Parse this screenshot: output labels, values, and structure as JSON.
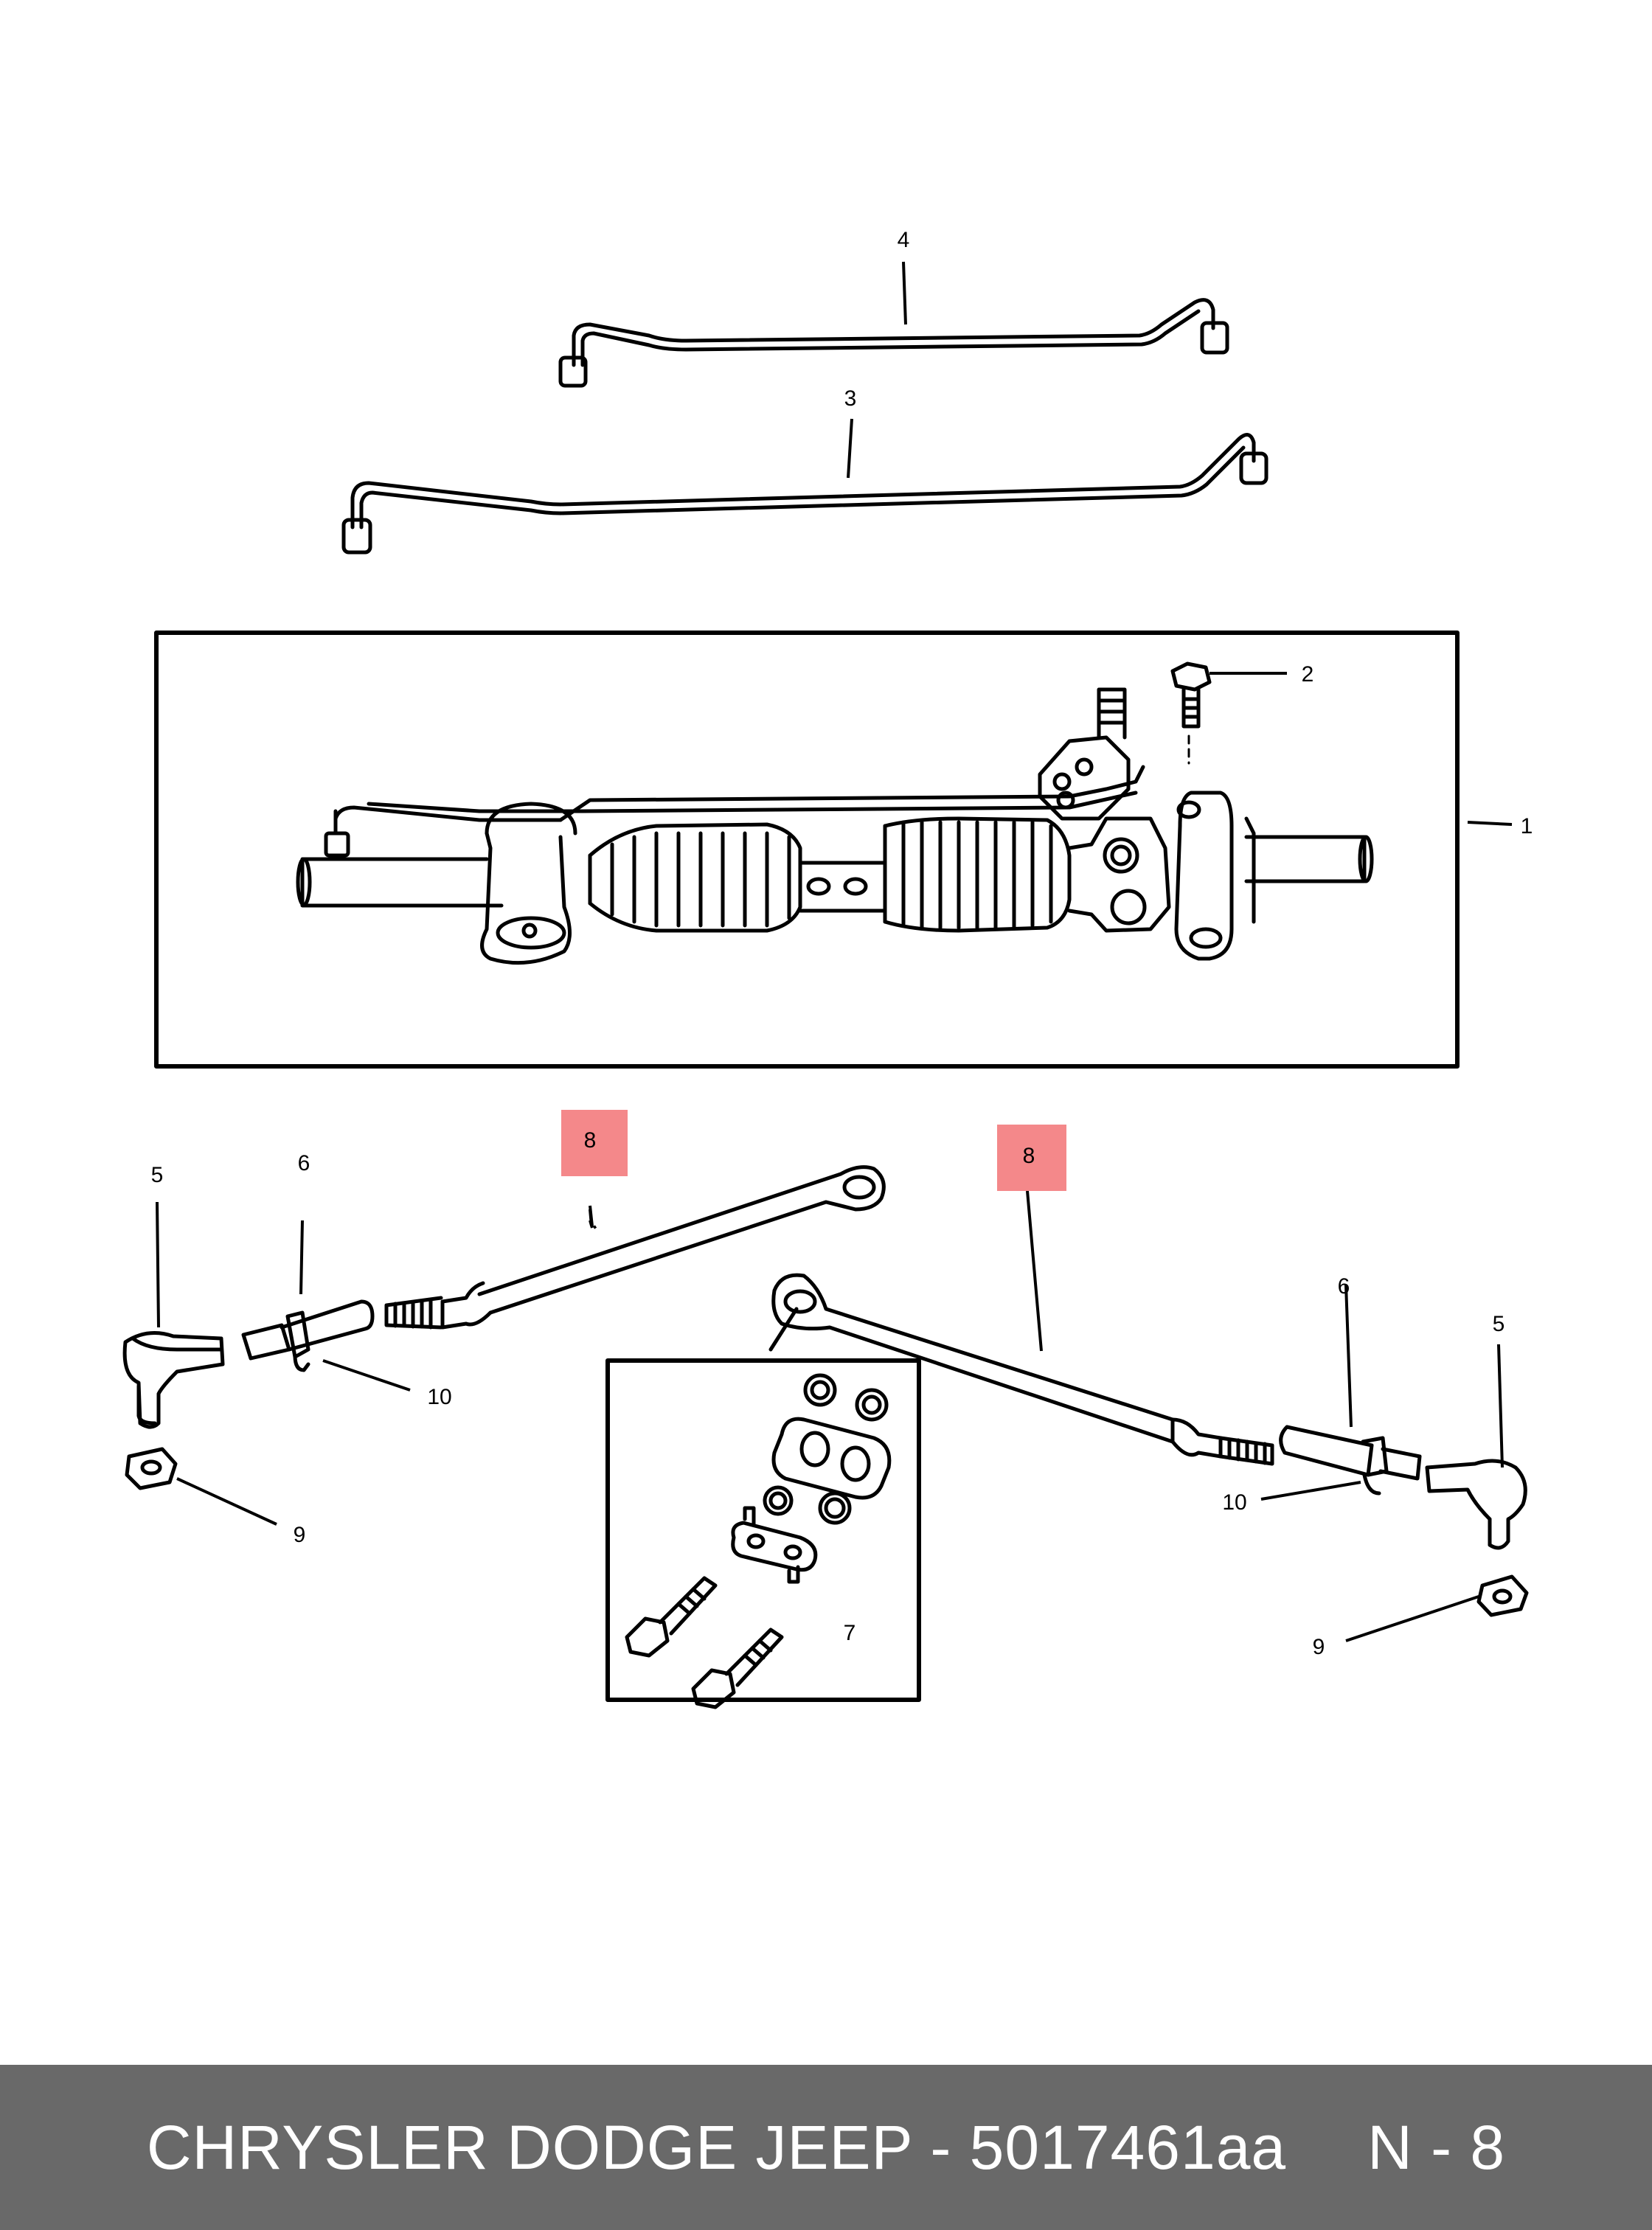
{
  "callouts": {
    "c1": "1",
    "c2": "2",
    "c3": "3",
    "c4": "4",
    "c5_left": "5",
    "c5_right": "5",
    "c6_left": "6",
    "c6_right": "6",
    "c7": "7",
    "c8_left": "8",
    "c8_right": "8",
    "c9_left": "9",
    "c9_right": "9",
    "c10_left": "10",
    "c10_right": "10"
  },
  "highlight_color": "#f4888a",
  "footer": {
    "part_text": "CHRYSLER DODGE JEEP - 5017461aa",
    "page_ref": "N - 8"
  }
}
